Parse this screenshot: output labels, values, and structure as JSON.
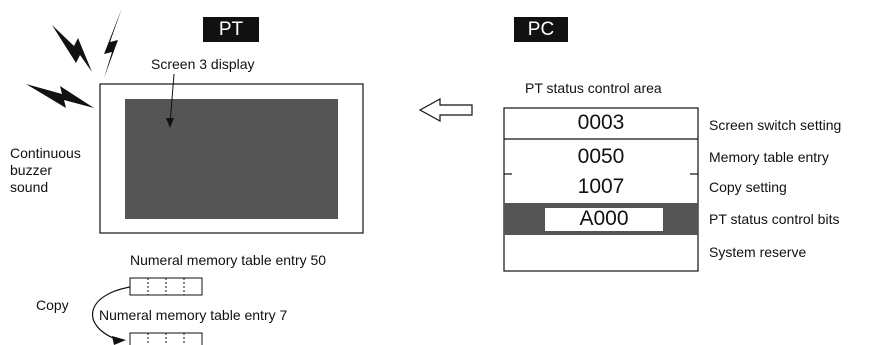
{
  "pt": {
    "tag": "PT",
    "screen_label": "Screen 3 display",
    "buzzer_label_lines": [
      "Continuous",
      "buzzer",
      "sound"
    ],
    "memory": {
      "entry_50_label": "Numeral memory table entry 50",
      "entry_7_label": "Numeral memory table entry 7",
      "copy_label": "Copy"
    }
  },
  "pc": {
    "tag": "PC",
    "area_title": "PT status control area",
    "rows": [
      {
        "value": "0003",
        "label": "Screen switch setting"
      },
      {
        "value": "0050",
        "label": "Memory table entry"
      },
      {
        "value": "1007",
        "label": "Copy setting"
      },
      {
        "value": "A000",
        "label": "PT status control bits"
      },
      {
        "value": "",
        "label": "System reserve"
      }
    ]
  },
  "colors": {
    "tag_bg": "#111111",
    "screen_fill": "#555555",
    "control_bits_fill": "#555555",
    "line": "#111111"
  }
}
